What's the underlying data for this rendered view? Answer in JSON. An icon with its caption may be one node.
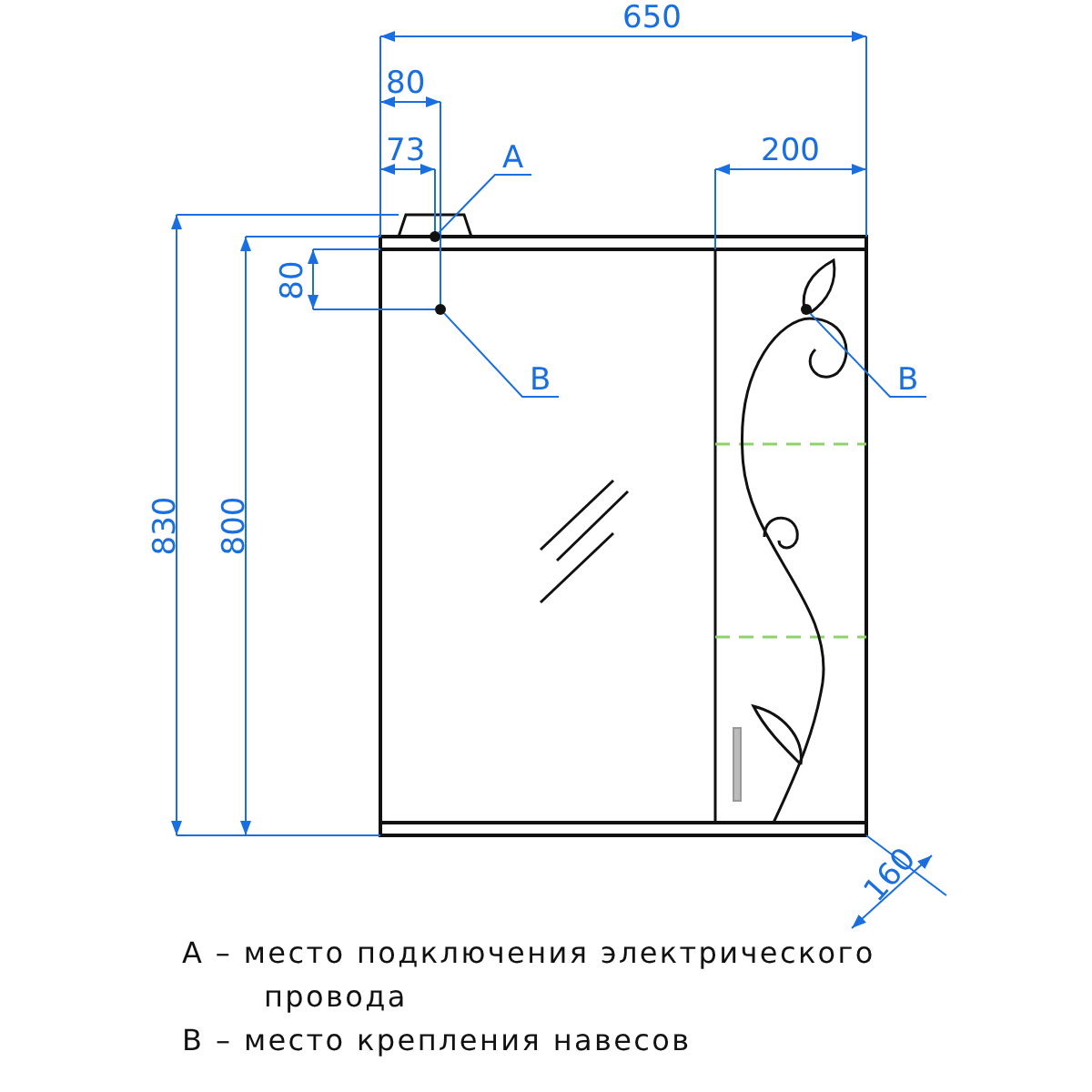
{
  "diagram": {
    "nodes": [
      {
        "text": [
          "А"
        ]
      },
      {
        "text": [],
        "shape": "circle"
      },
      {
        "text": [
          "В"
        ]
      },
      {
        "text": [],
        "shape": "circle"
      },
      {
        "text": [
          "В"
        ]
      },
      {
        "text": [],
        "shape": "circle"
      }
    ],
    "edges": [
      {
        "from": 0,
        "to": 1,
        "arrow": "none"
      },
      {
        "from": 2,
        "to": 3,
        "arrow": "none"
      },
      {
        "from": 4,
        "to": 5,
        "arrow": "none"
      }
    ],
    "labels": [
      "650",
      "80",
      "73",
      "200",
      "80",
      "830",
      "800",
      "160",
      "А – место подключения электрического провода",
      "В – место крепления навесов"
    ]
  }
}
